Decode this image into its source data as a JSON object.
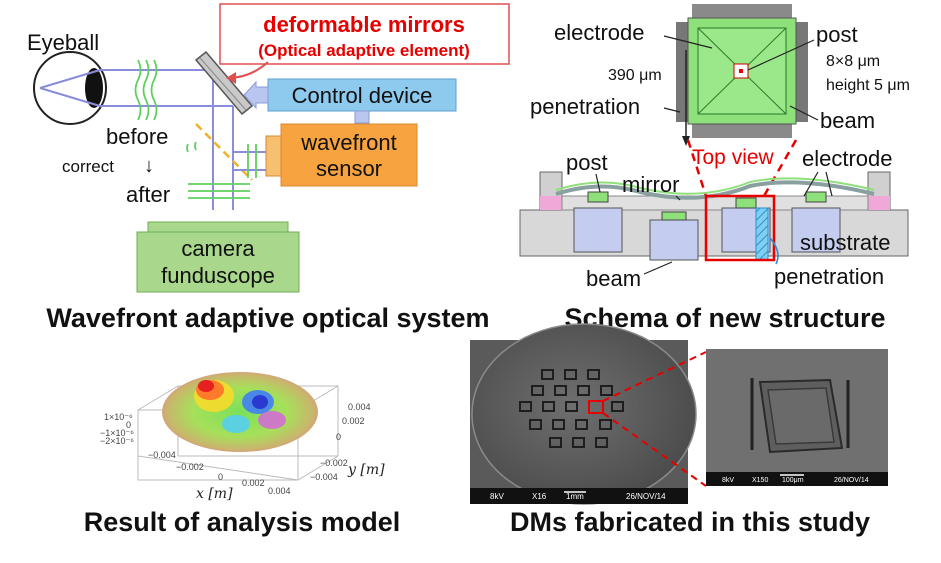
{
  "colors": {
    "red": "#e60000",
    "blue_box": "#8ec9ee",
    "orange_box": "#f7a440",
    "green_box": "#a9d88d",
    "green_mirror": "#8ee07a",
    "beam": "#8a8cdc",
    "wavefront": "#5fd05f",
    "dashed_beam": "#f1b12b"
  },
  "panel_optical": {
    "eyeball": "Eyeball",
    "dm_title": "deformable mirrors",
    "dm_subtitle": "(Optical adaptive element)",
    "control_device": "Control device",
    "before": "before",
    "correct": "correct",
    "arrow_down": "↓",
    "after": "after",
    "sensor_line1": "wavefront",
    "sensor_line2": "sensor",
    "camera_line1": "camera",
    "camera_line2": "funduscope",
    "caption": "Wavefront adaptive optical system"
  },
  "panel_structure": {
    "electrode_top": "electrode",
    "post_top": "post",
    "post_size": "8×8 μm",
    "post_height": "height 5 μm",
    "dim_390": "390 μm",
    "penetration_top": "penetration",
    "beam_top": "beam",
    "top_view": "Top view",
    "post_side": "post",
    "mirror_side": "mirror",
    "electrode_side": "electrode",
    "substrate": "substrate",
    "beam_side": "beam",
    "penetration_side": "penetration",
    "caption": "Schema of new structure"
  },
  "panel_model": {
    "y_ticks": [
      "1×10⁻⁶",
      "0",
      "−1×10⁻⁶",
      "−2×10⁻⁶"
    ],
    "x_ticks": [
      "−0.004",
      "−0.002",
      "0",
      "0.002",
      "0.004"
    ],
    "y_axis_ticks": [
      "−0.004",
      "−0.002",
      "0",
      "0.002",
      "0.004"
    ],
    "x_label": "x [m]",
    "y_label": "y [m]",
    "caption": "Result of analysis model"
  },
  "panel_sem": {
    "left_info": [
      "8kV",
      "X16",
      "1mm",
      "26/NOV/14"
    ],
    "right_info": [
      "8kV",
      "X150",
      "100μm",
      "26/NOV/14"
    ],
    "caption": "DMs fabricated in this study"
  }
}
